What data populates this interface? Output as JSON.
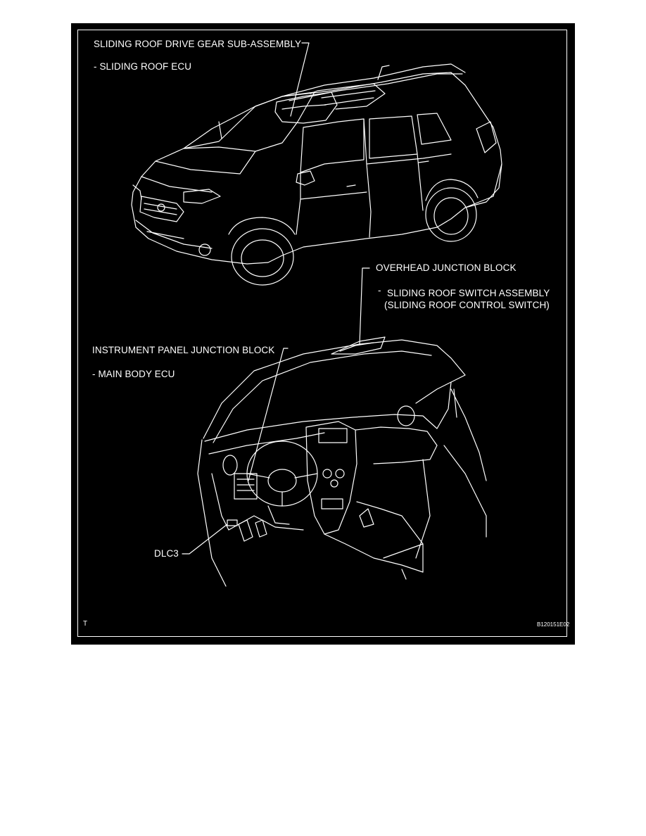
{
  "diagram": {
    "labels": {
      "drive_gear": "SLIDING ROOF DRIVE GEAR SUB-ASSEMBLY",
      "roof_ecu": "- SLIDING ROOF ECU",
      "overhead_jb": "OVERHEAD JUNCTION BLOCK",
      "switch_dash": "-",
      "switch_assembly": "SLIDING ROOF SWITCH ASSEMBLY",
      "control_switch": "(SLIDING ROOF CONTROL SWITCH)",
      "ip_jb": "INSTRUMENT PANEL JUNCTION BLOCK",
      "main_body_ecu": "- MAIN BODY ECU",
      "dlc3": "DLC3",
      "corner_t": "T",
      "figure_code": "B120151E02"
    },
    "colors": {
      "background": "#000000",
      "line": "#ffffff",
      "page": "#ffffff"
    }
  }
}
